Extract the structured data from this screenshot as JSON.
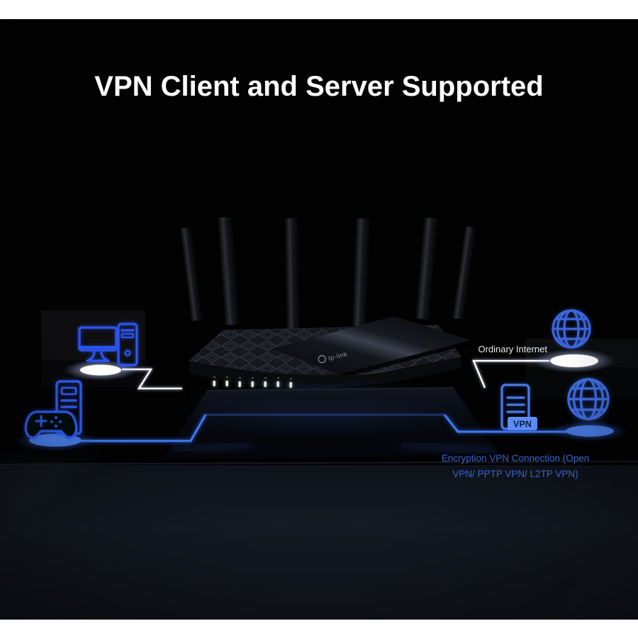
{
  "title": "VPN Client and Server Supported",
  "labels": {
    "ordinary_internet": "Ordinary Internet",
    "encryption_line1": "Encryption VPN Connection (Open",
    "encryption_line2": "VPN/ PPTP VPN/ L2TP VPN)",
    "vpn_badge": "VPN",
    "router_brand": "tp-link"
  },
  "router": {
    "antenna_count": 6,
    "led_count": 7
  },
  "icons": [
    "desktop-computer-icon",
    "gaming-pc-icon",
    "globe-icon-top",
    "vpn-server-icon",
    "globe-icon-bottom"
  ],
  "colors": {
    "frame": "#ffffff",
    "background": "#000000",
    "title_text": "#ffffff",
    "icon_blue_bright": "#2b52f0",
    "icon_blue_soft": "#4a79e2",
    "globe_blue": "#3c66d8",
    "caption_blue": "#3465cd",
    "vpn_badge_fill": "#5d8df2",
    "vpn_badge_text": "#0a1f4e",
    "connection_white": "#ffffff",
    "connection_blue": "#2d6cf0",
    "led_yellow_green": "#eef4cf",
    "floor": "#141a24"
  }
}
